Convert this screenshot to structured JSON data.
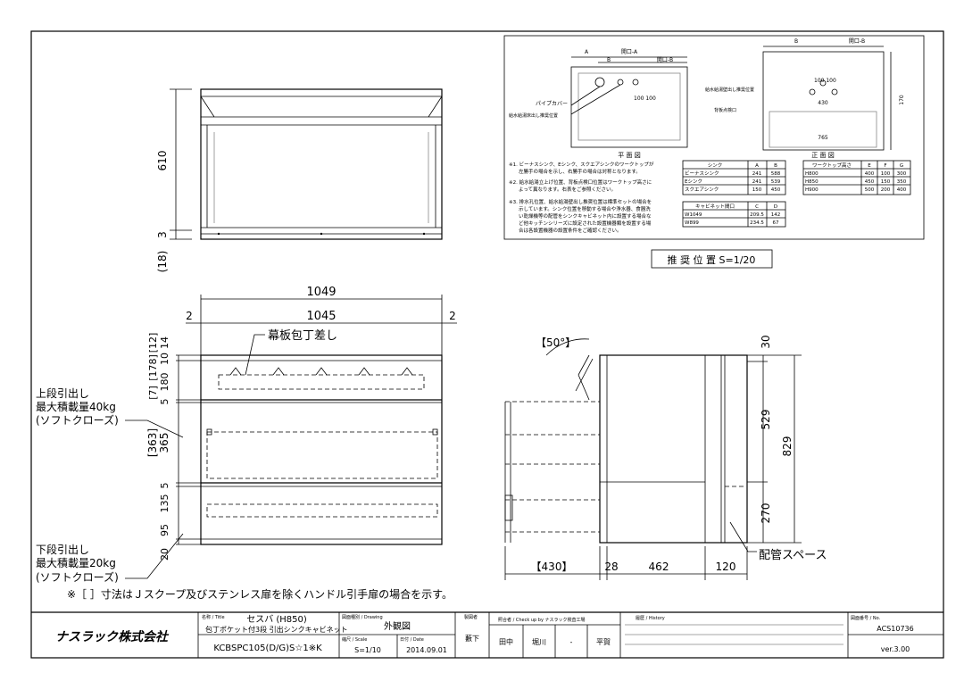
{
  "front_dims": {
    "top_610": "610",
    "top_3": "3",
    "top_18": "(18)",
    "width_1049": "1049",
    "width_1045": "1045",
    "gap_left": "2",
    "gap_right": "2",
    "v_14": "14",
    "v_10": "10",
    "v_12": "[12]",
    "v_178": "[178]",
    "v_7": "[7]",
    "v_180": "180",
    "v_5a": "5",
    "v_365": "365",
    "v_363": "[363]",
    "v_5b": "5",
    "v_135": "135",
    "v_95": "95",
    "v_20": "20"
  },
  "labels": {
    "knife_holder": "幕板包丁差し",
    "upper_drawer_1": "上段引出し",
    "upper_drawer_2": "最大積載量40kg",
    "upper_drawer_3": "(ソフトクローズ)",
    "lower_drawer_1": "下段引出し",
    "lower_drawer_2": "最大積載量20kg",
    "lower_drawer_3": "(ソフトクローズ)",
    "note": "※［ ］寸法はＪスクープ及びステンレス扉を除くハンドル引手扉の場合を示す。",
    "piping_space": "配管スペース"
  },
  "side_dims": {
    "angle": "【50°】",
    "d30": "30",
    "d529": "529",
    "d829": "829",
    "d270": "270",
    "d430": "【430】",
    "d28": "28",
    "d462": "462",
    "d120": "120"
  },
  "recommend_box": {
    "plan_title": "平 面 図",
    "front_title": "正 面 図",
    "opening_a": "開口-A",
    "opening_b": "開口-B",
    "label_a": "A",
    "label_b": "B",
    "pipe_cover": "パイプカバー",
    "water_plan": "給水給湯床出し推奨位置",
    "water_front": "給水給湯壁出し推奨位置",
    "back_inspect": "背板点検口",
    "dim_100_100": "100 100",
    "dim_430": "430",
    "dim_765": "765",
    "dim_170": "170",
    "notes": [
      "※1. ビーナスシンク、Eシンク、スクエアシンクのワークトップが",
      "　　左勝手の場合を示し、右勝手の場合は対称となります。",
      "※2. 給水給湯立上げ位置、背板点検口位置はワークトップ高さに",
      "　　よって異なります。右表をご参照ください。",
      "※3. 排水孔位置、給水給湯壁出し推奨位置は標準セットの場合を",
      "　　示しています。シンク位置を移動する場合や浄水器、食器洗",
      "　　い乾燥機等の配管をシンクキャビネット内に設置する場合な",
      "　　ど他キッチンシリーズに設定された設置機器類を設置する場",
      "　　合は各設置機器の設置条件をご確認ください。"
    ],
    "sink_table": {
      "headers": [
        "シンク",
        "A",
        "B"
      ],
      "rows": [
        [
          "ビーナスシンク",
          "241",
          "588"
        ],
        [
          "Eシンク",
          "241",
          "539"
        ],
        [
          "スクエアシンク",
          "150",
          "450"
        ]
      ]
    },
    "wt_table": {
      "headers": [
        "ワークトップ高さ",
        "E",
        "F",
        "G"
      ],
      "rows": [
        [
          "H800",
          "400",
          "100",
          "300"
        ],
        [
          "H850",
          "450",
          "150",
          "350"
        ],
        [
          "H900",
          "500",
          "200",
          "400"
        ]
      ]
    },
    "cab_table": {
      "headers": [
        "キャビネット間口",
        "C",
        "D"
      ],
      "rows": [
        [
          "W1049",
          "209.5",
          "142"
        ],
        [
          "W899",
          "234.5",
          "67"
        ]
      ]
    },
    "caption": "推 奨 位 置 S=1/20"
  },
  "title_block": {
    "company": "ナスラック株式会社",
    "name_label": "名称 / Title",
    "series": "セスバ (H850)",
    "product": "包丁ポケット付3段 引出シンクキャビネット",
    "model": "KCBSPC105(D/G)S☆1※K",
    "drawing_label": "図面種別 / Drawing",
    "drawing_type": "外観図",
    "scale_label": "縮尺 / Scale",
    "scale": "S=1/10",
    "date_label": "日付 / Date",
    "date": "2014.09.01",
    "drawn_label": "製図者",
    "drawn_by": "藪下",
    "check_label": "照合者 / Check up by ナスラック検査工場",
    "check1": "田中",
    "check2": "堀川",
    "check3": "-",
    "check4": "平賀",
    "history_label": "履歴 / History",
    "number_label": "図面番号 / No.",
    "number": "ACS10736",
    "version": "ver.3.00"
  }
}
